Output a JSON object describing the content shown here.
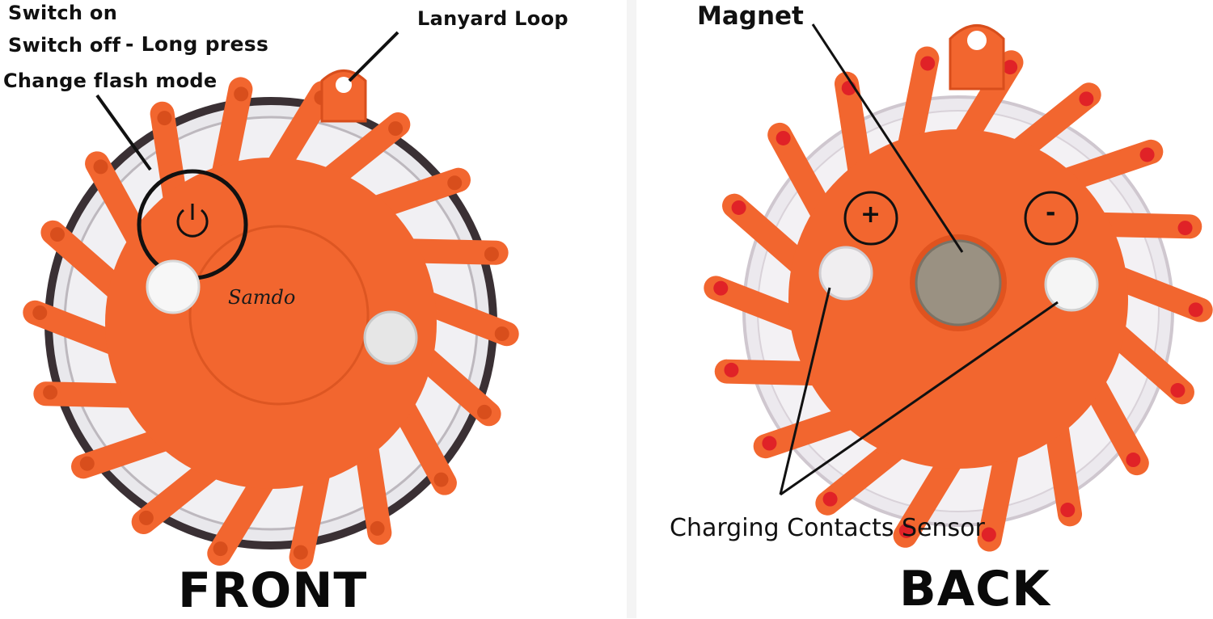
{
  "front": {
    "labels": {
      "switch_on": "Switch on",
      "switch_off": "Switch off",
      "long_press": "- Long press",
      "change_mode": "Change flash mode",
      "lanyard": "Lanyard Loop",
      "brand": "Samdo",
      "title": "FRONT"
    }
  },
  "back": {
    "labels": {
      "magnet": "Magnet",
      "plus": "+",
      "minus": "-",
      "charging": "Charging Contacts Sensor",
      "title": "BACK"
    }
  },
  "colors": {
    "orange": "#f2662f",
    "orange_dark": "#d84e1c",
    "red_tip": "#e02227",
    "lens": "#ececf0",
    "magnet": "#9a9182"
  },
  "icons": [
    "power-icon",
    "plus-icon",
    "minus-icon"
  ]
}
